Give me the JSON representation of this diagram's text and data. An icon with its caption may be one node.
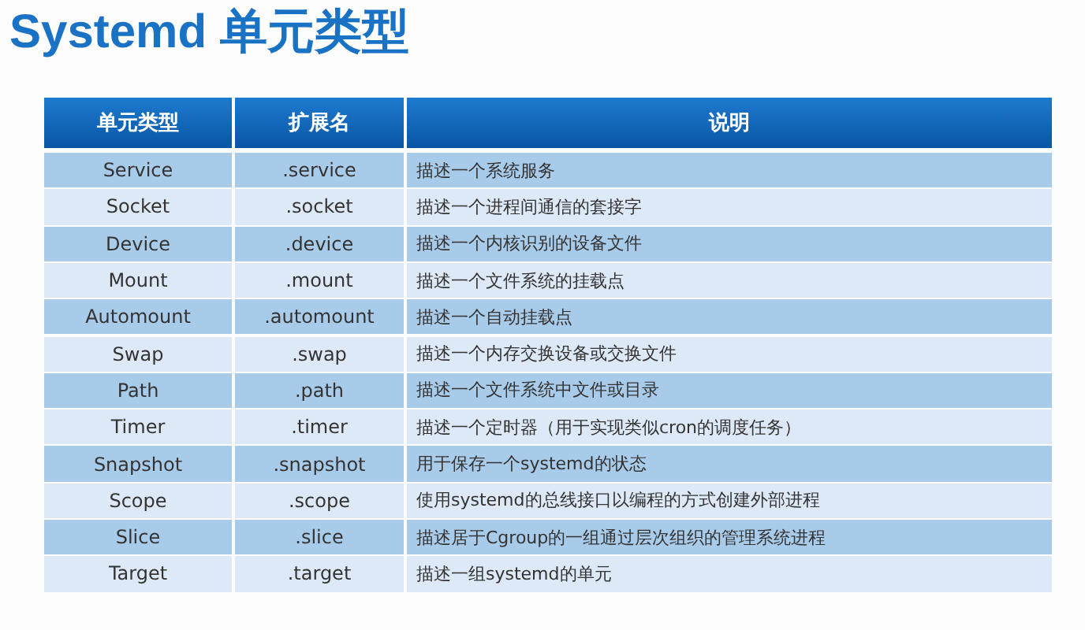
{
  "diagram": {
    "title": "Systemd 单元类型",
    "labels": [
      "单元类型",
      "扩展名",
      "说明",
      "Service",
      ".service",
      "描述一个系统服务",
      "Socket",
      ".socket",
      "描述一个进程间通信的套接字",
      "Device",
      ".device",
      "描述一个内核识别的设备文件",
      "Mount",
      ".mount",
      "描述一个文件系统的挂载点",
      "Automount",
      ".automount",
      "描述一个自动挂载点",
      "Swap",
      ".swap",
      "描述一个内存交换设备或交换文件",
      "Path",
      ".path",
      "描述一个文件系统中文件或目录",
      "Timer",
      ".timer",
      "描述一个定时器（用于实现类似cron的调度任务）",
      "Snapshot",
      ".snapshot",
      "用于保存一个systemd的状态",
      "Scope",
      ".scope",
      "使用systemd的总线接口以编程的方式创建外部进程",
      "Slice",
      ".slice",
      "描述居于Cgroup的一组通过层次组织的管理系统进程",
      "Target",
      ".target",
      "描述一组systemd的单元"
    ]
  }
}
